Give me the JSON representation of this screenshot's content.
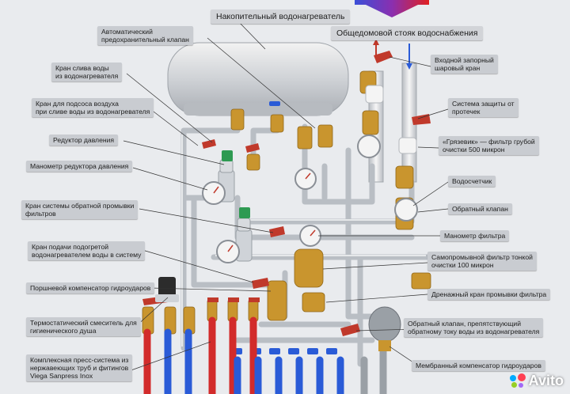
{
  "labels": {
    "water_heater": "Накопительный водонагреватель",
    "riser": "Общедомовой стояк водоснабжения",
    "safety_valve": "Автоматический\nпредохранительный клапан",
    "drain_valve": "Кран слива воды\nиз водонагревателя",
    "air_valve": "Кран для подсоса воздуха\nпри сливе воды из водонагревателя",
    "pressure_reducer": "Редуктор давления",
    "reducer_gauge": "Манометр редуктора давления",
    "backflush_valve": "Кран системы обратной промывки\nфильтров",
    "preheated_valve": "Кран подачи подогретой\nводонагревателем воды в систему",
    "hammer_arrestor": "Поршневой компенсатор гидроударов",
    "thermo_mixer": "Термостатический смеситель для\nгигиенического душа",
    "press_system": "Комплексная пресс-система из\nнержавеющих труб и фитингов\nViega Sanpress Inox",
    "inlet_valve": "Входной запорный\nшаровый кран",
    "leak_protection": "Система защиты от\nпротечек",
    "coarse_filter": "«Грязевик» — фильтр грубой\nочистки 500 микрон",
    "water_meter": "Водосчетчик",
    "check_valve": "Обратный клапан",
    "filter_gauge": "Манометр фильтра",
    "self_clean_filter": "Самопромывной фильтр тонкой\nочистки 100 микрон",
    "filter_drain": "Дренажный кран промывки фильтра",
    "backflow_valve": "Обратный клапан, препятствующий\nобратному току воды из водонагревателя",
    "membrane_comp": "Мембранный компенсатор гидроударов"
  },
  "watermark": "Avito",
  "colors": {
    "background": "#e9ebee",
    "label_bg": "#c9ccd1",
    "pipe_steel": "#b9bec4",
    "brass": "#c9952e",
    "valve_red": "#c0392b",
    "hose_red": "#d22b2b",
    "hose_blue": "#2a5bd7",
    "gauge_face": "#f4f4f4"
  }
}
